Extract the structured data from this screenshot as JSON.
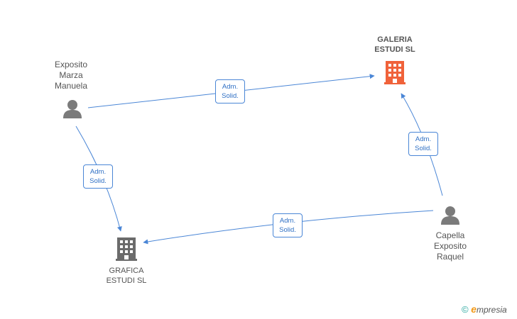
{
  "colors": {
    "edge": "#4a86d6",
    "person": "#7b7b7b",
    "company_main": "#f0623a",
    "company": "#6b6b6b"
  },
  "nodes": {
    "person_exposito_marza": {
      "lines": [
        "Exposito",
        "Marza",
        "Manuela"
      ],
      "icon": "person-icon"
    },
    "person_capella": {
      "lines": [
        "Capella",
        "Exposito",
        "Raquel"
      ],
      "icon": "person-icon"
    },
    "company_galeria": {
      "lines": [
        "GALERIA",
        "ESTUDI SL"
      ],
      "icon": "building-icon"
    },
    "company_grafica": {
      "lines": [
        "GRAFICA",
        "ESTUDI SL"
      ],
      "icon": "building-icon"
    }
  },
  "edges": [
    {
      "from": "person_exposito_marza",
      "to": "company_galeria",
      "label": [
        "Adm.",
        "Solid."
      ]
    },
    {
      "from": "person_exposito_marza",
      "to": "company_grafica",
      "label": [
        "Adm.",
        "Solid."
      ]
    },
    {
      "from": "person_capella",
      "to": "company_galeria",
      "label": [
        "Adm.",
        "Solid."
      ]
    },
    {
      "from": "person_capella",
      "to": "company_grafica",
      "label": [
        "Adm.",
        "Solid."
      ]
    }
  ],
  "footer": {
    "copyright": "©",
    "brand_initial": "e",
    "brand_rest": "mpresia"
  }
}
